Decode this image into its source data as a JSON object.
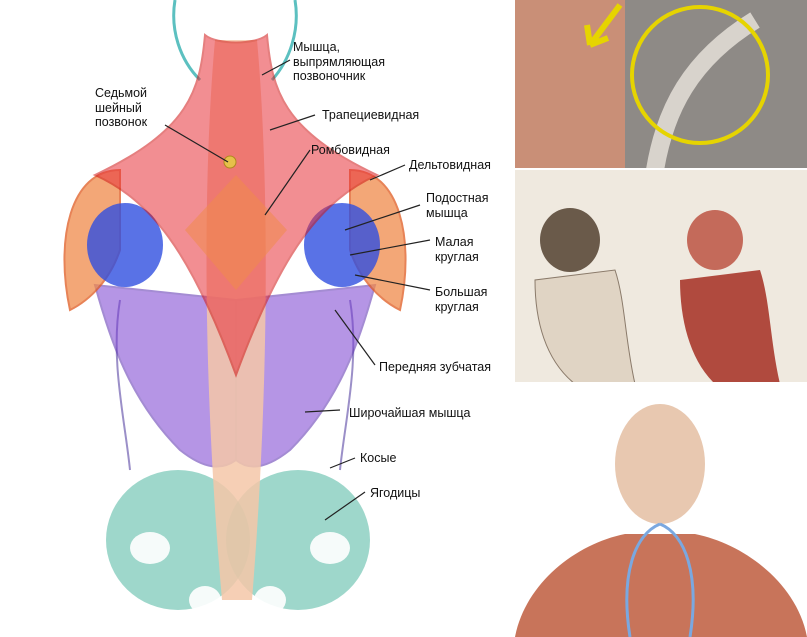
{
  "labels": {
    "erector": "Мышца,\nвыпрямляющая\nпозвоночник",
    "c7": "Седьмой\nшейный\nпозвонок",
    "trapezius": "Трапециевидная",
    "rhomboid": "Ромбовидная",
    "deltoid": "Дельтовидная",
    "infraspinatus": "Подостная\nмышца",
    "teres_minor": "Малая\nкруглая",
    "teres_major": "Большая\nкруглая",
    "serratus": "Передняя зубчатая",
    "latissimus": "Широчайшая мышца",
    "obliques": "Косые",
    "gluteus": "Ягодицы"
  },
  "colors": {
    "trapezius": "#e8323a",
    "latissimus": "#7a3fd0",
    "infraspinatus": "#2f4fe0",
    "deltoid": "#f08a4a",
    "erector": "#f5c7a8",
    "gluteus": "#4fb7a0",
    "neck_ring": "#e6d400",
    "spine_outline": "#7aa8e0"
  },
  "icons": {
    "arrow": "yellow-arrow-icon",
    "circle": "yellow-circle-icon"
  }
}
